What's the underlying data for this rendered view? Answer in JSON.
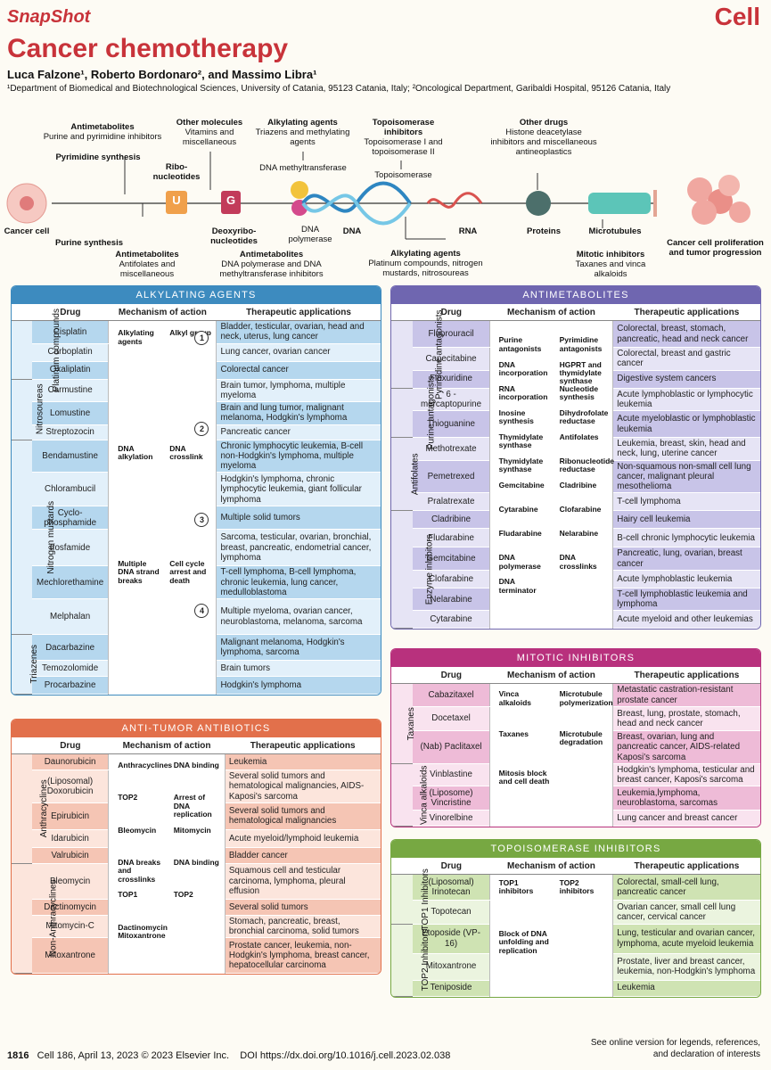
{
  "header": {
    "brand": "SnapShot",
    "journal_logo": "Cell",
    "title": "Cancer chemotherapy",
    "authors": "Luca Falzone¹, Roberto Bordonaro², and Massimo Libra¹",
    "affiliations": "¹Department of Biomedical and Biotechnological Sciences, University of Catania, 95123 Catania, Italy; ²Oncological Department, Garibaldi Hospital, 95126 Catania, Italy"
  },
  "pathway": {
    "antimetabolites_top": {
      "title": "Antimetabolites",
      "sub": "Purine and pyrimidine inhibitors"
    },
    "pyrimidine": "Pyrimidine synthesis",
    "purine": "Purine synthesis",
    "other_molecules": {
      "title": "Other molecules",
      "sub": "Vitamins and miscellaneous"
    },
    "ribonucleotides": "Ribo-nucleotides",
    "alkylating_top": {
      "title": "Alkylating agents",
      "sub": "Triazens and methylating agents"
    },
    "dna_mt": "DNA methyltransferase",
    "topo_top": {
      "title": "Topoisomerase inhibitors",
      "sub": "Topoisomerase I and topoisomerase II"
    },
    "topoisomerase": "Topoisomerase",
    "other_drugs": {
      "title": "Other drugs",
      "sub": "Histone deacetylase inhibitors and miscellaneous antineoplastics"
    },
    "cancer_cell": "Cancer cell",
    "antimetabolites_bottom": {
      "title": "Antimetabolites",
      "sub": "Antifolates and miscellaneous"
    },
    "deoxyribo": "Deoxyribo-nucleotides",
    "antimetabolites_bottom2": {
      "title": "Antimetabolites",
      "sub": "DNA polymerase and DNA methyltransferase inhibitors"
    },
    "dna_polymerase": "DNA polymerase",
    "dna": "DNA",
    "rna": "RNA",
    "alkylating_bottom": {
      "title": "Alkylating agents",
      "sub": "Platinum compounds, nitrogen mustards, nitrosoureas"
    },
    "proteins": "Proteins",
    "microtubules": "Microtubules",
    "mitotic_inh": {
      "title": "Mitotic inhibitors",
      "sub": "Taxanes and vinca alkaloids"
    },
    "outcome": "Cancer cell proliferation and tumor progression",
    "u_letter": "U",
    "g_letter": "G"
  },
  "columns": {
    "drug": "Drug",
    "mechanism": "Mechanism of action",
    "applications": "Therapeutic applications"
  },
  "alkylating": {
    "title": "ALKYLATING AGENTS",
    "groups": [
      {
        "name": "Platinum compounds",
        "rows": [
          {
            "drug": "Cisplatin",
            "app": "Bladder, testicular, ovarian, head and neck, uterus, lung cancer"
          },
          {
            "drug": "Carboplatin",
            "app": "Lung cancer, ovarian cancer"
          },
          {
            "drug": "Oxaliplatin",
            "app": "Colorectal cancer"
          }
        ]
      },
      {
        "name": "Nitrosoureas",
        "rows": [
          {
            "drug": "Carmustine",
            "app": "Brain tumor, lymphoma, multiple myeloma"
          },
          {
            "drug": "Lomustine",
            "app": "Brain and lung tumor, malignant melanoma, Hodgkin's lymphoma"
          },
          {
            "drug": "Streptozocin",
            "app": "Pancreatic cancer"
          }
        ]
      },
      {
        "name": "Nitrogen mustards",
        "rows": [
          {
            "drug": "Bendamustine",
            "app": "Chronic lymphocytic leukemia, B-cell non-Hodgkin's lymphoma, multiple myeloma"
          },
          {
            "drug": "Chlorambucil",
            "app": "Hodgkin's lymphoma, chronic lymphocytic leukemia, giant follicular lymphoma"
          },
          {
            "drug": "Cyclo-phosphamide",
            "app": "Multiple solid tumors"
          },
          {
            "drug": "Ifosfamide",
            "app": "Sarcoma, testicular, ovarian, bronchial, breast, pancreatic, endometrial cancer, lymphoma"
          },
          {
            "drug": "Mechlorethamine",
            "app": "T-cell lymphoma, B-cell lymphoma, chronic leukemia, lung cancer, medulloblastoma"
          },
          {
            "drug": "Melphalan",
            "app": "Multiple myeloma, ovarian cancer, neuroblastoma, melanoma, sarcoma"
          }
        ]
      },
      {
        "name": "Triazenes",
        "rows": [
          {
            "drug": "Dacarbazine",
            "app": "Malignant melanoma, Hodgkin's lymphoma, sarcoma"
          },
          {
            "drug": "Temozolomide",
            "app": "Brain tumors"
          },
          {
            "drug": "Procarbazine",
            "app": "Hodgkin's lymphoma"
          }
        ]
      }
    ],
    "mech_labels": [
      "Alkylating agents",
      "Alkyl group",
      "DNA alkylation",
      "DNA crosslink",
      "Multiple DNA strand breaks",
      "Cell cycle arrest and death"
    ],
    "steps": [
      "1",
      "2",
      "3",
      "4"
    ]
  },
  "antimetabolites": {
    "title": "ANTIMETABOLITES",
    "groups": [
      {
        "name": "Pyrimidine antagonists",
        "rows": [
          {
            "drug": "Fluorouracil",
            "app": "Colorectal, breast, stomach, pancreatic, head and neck cancer"
          },
          {
            "drug": "Capecitabine",
            "app": "Colorectal, breast and gastric cancer"
          },
          {
            "drug": "Floxuridine",
            "app": "Digestive system cancers"
          }
        ]
      },
      {
        "name": "Purine antagonists",
        "rows": [
          {
            "drug": "6 - mercaptopurine",
            "app": "Acute lymphoblastic or lymphocytic leukemia"
          },
          {
            "drug": "Thioguanine",
            "app": "Acute myeloblastic or lymphoblastic leukemia"
          }
        ]
      },
      {
        "name": "Antifolates",
        "rows": [
          {
            "drug": "Methotrexate",
            "app": "Leukemia, breast, skin, head and neck, lung, uterine cancer"
          },
          {
            "drug": "Pemetrexed",
            "app": "Non-squamous non-small cell lung cancer, malignant pleural mesothelioma"
          },
          {
            "drug": "Pralatrexate",
            "app": "T-cell lymphoma"
          }
        ]
      },
      {
        "name": "Enzyme inhibitors",
        "rows": [
          {
            "drug": "Cladribine",
            "app": "Hairy cell leukemia"
          },
          {
            "drug": "Fludarabine",
            "app": "B-cell chronic lymphocytic leukemia"
          },
          {
            "drug": "Gemcitabine",
            "app": "Pancreatic, lung, ovarian, breast cancer"
          },
          {
            "drug": "Clofarabine",
            "app": "Acute lymphoblastic leukemia"
          },
          {
            "drug": "Nelarabine",
            "app": "T-cell lymphoblastic leukemia and lymphoma"
          },
          {
            "drug": "Cytarabine",
            "app": "Acute myeloid and other leukemias"
          }
        ]
      }
    ],
    "mech_labels": [
      "Purine antagonists",
      "Pyrimidine antagonists",
      "DNA incorporation",
      "HGPRT and thymidylate synthase",
      "RNA incorporation",
      "Nucleotide synthesis",
      "Inosine synthesis",
      "Dihydrofolate reductase",
      "Thymidylate synthase",
      "Antifolates",
      "Thymidylate synthase",
      "Ribonucleotide reductase",
      "Gemcitabine",
      "Cladribine",
      "Cytarabine",
      "Clofarabine",
      "Fludarabine",
      "Nelarabine",
      "DNA polymerase",
      "DNA crosslinks",
      "DNA terminator"
    ]
  },
  "antitumor": {
    "title": "ANTI-TUMOR ANTIBIOTICS",
    "groups": [
      {
        "name": "Anthracyclines",
        "rows": [
          {
            "drug": "Daunorubicin",
            "app": "Leukemia"
          },
          {
            "drug": "(Liposomal) Doxorubicin",
            "app": "Several solid tumors and hematological malignancies, AIDS-Kaposi's sarcoma"
          },
          {
            "drug": "Epirubicin",
            "app": "Several solid tumors and hematological malignancies"
          },
          {
            "drug": "Idarubicin",
            "app": "Acute myeloid/lymphoid leukemia"
          },
          {
            "drug": "Valrubicin",
            "app": "Bladder cancer"
          }
        ]
      },
      {
        "name": "Non-Anthracyclines",
        "rows": [
          {
            "drug": "Bleomycin",
            "app": "Squamous cell and testicular carcinoma, lymphoma, pleural effusion"
          },
          {
            "drug": "Dactinomycin",
            "app": "Several solid tumors"
          },
          {
            "drug": "Mitomycin-C",
            "app": "Stomach, pancreatic, breast, bronchial carcinoma, solid tumors"
          },
          {
            "drug": "Mitoxantrone",
            "app": "Prostate cancer, leukemia, non-Hodgkin's lymphoma, breast cancer, hepatocellular carcinoma"
          }
        ]
      }
    ],
    "mech_labels": [
      "Anthracyclines",
      "DNA binding",
      "TOP2",
      "Arrest of DNA replication",
      "Bleomycin",
      "Mitomycin",
      "DNA breaks and crosslinks",
      "DNA binding",
      "TOP1",
      "TOP2",
      "Dactinomycin Mitoxantrone"
    ]
  },
  "mitotic": {
    "title": "MITOTIC INHIBITORS",
    "groups": [
      {
        "name": "Taxanes",
        "rows": [
          {
            "drug": "Cabazitaxel",
            "app": "Metastatic castration-resistant prostate cancer"
          },
          {
            "drug": "Docetaxel",
            "app": "Breast, lung, prostate, stomach, head and neck cancer"
          },
          {
            "drug": "(Nab) Paclitaxel",
            "app": "Breast, ovarian, lung and pancreatic cancer, AIDS-related Kaposi's sarcoma"
          }
        ]
      },
      {
        "name": "Vinca alkaloids",
        "rows": [
          {
            "drug": "Vinblastine",
            "app": "Hodgkin's lymphoma, testicular and breast cancer, Kaposi's sarcoma"
          },
          {
            "drug": "(Liposome) Vincristine",
            "app": "Leukemia,lymphoma, neuroblastoma, sarcomas"
          },
          {
            "drug": "Vinorelbine",
            "app": "Lung cancer and breast cancer"
          }
        ]
      }
    ],
    "mech_labels": [
      "Vinca alkaloids",
      "Microtubule polymerization",
      "Taxanes",
      "Microtubule degradation",
      "Mitosis block and cell death"
    ]
  },
  "topo": {
    "title": "TOPOISOMERASE INHIBITORS",
    "groups": [
      {
        "name": "TOP1 Inhibitors",
        "rows": [
          {
            "drug": "(Liposomal) Irinotecan",
            "app": "Colorectal, small-cell lung, pancreatic cancer"
          },
          {
            "drug": "Topotecan",
            "app": "Ovarian cancer, small cell lung cancer, cervical cancer"
          }
        ]
      },
      {
        "name": "TOP2 Inhibitors",
        "rows": [
          {
            "drug": "Etoposide (VP-16)",
            "app": "Lung, testicular and ovarian cancer, lymphoma, acute myeloid leukemia"
          },
          {
            "drug": "Mitoxantrone",
            "app": "Prostate, liver and breast cancer, leukemia, non-Hodgkin's lymphoma"
          },
          {
            "drug": "Teniposide",
            "app": "Leukemia"
          }
        ]
      }
    ],
    "mech_labels": [
      "TOP1 inhibitors",
      "TOP2 inhibitors",
      "Block of DNA unfolding and replication"
    ]
  },
  "footer": {
    "page": "1816",
    "citation": "Cell 186, April 13, 2023 © 2023 Elsevier Inc.",
    "doi": "DOI https://dx.doi.org/10.1016/j.cell.2023.02.038",
    "note_line1": "See online version for legends, references,",
    "note_line2": "and declaration of interests"
  },
  "colors": {
    "brand": "#c8333a",
    "alkylating": "#3d8bbf",
    "antimetabolites": "#6f66b0",
    "antitumor": "#e2704b",
    "mitotic": "#b8317d",
    "topo": "#77a842"
  }
}
